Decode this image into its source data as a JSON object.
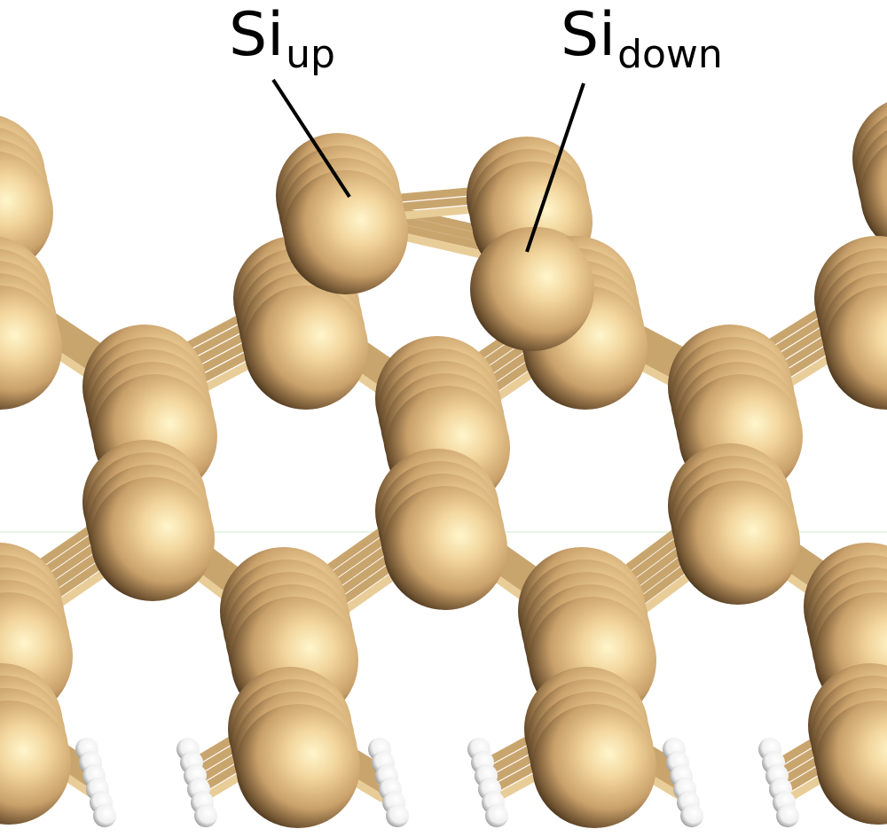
{
  "labels": {
    "up": {
      "base": "Si",
      "sub": "up"
    },
    "down": {
      "base": "Si",
      "sub": "down"
    }
  },
  "colors": {
    "silicon": "#e6c38e",
    "silicon_highlight": "#fff3c8",
    "silicon_shadow": "#2a1c0a",
    "bond": "#d4ae74",
    "hydrogen": "#ffffff",
    "background": "#ffffff"
  }
}
